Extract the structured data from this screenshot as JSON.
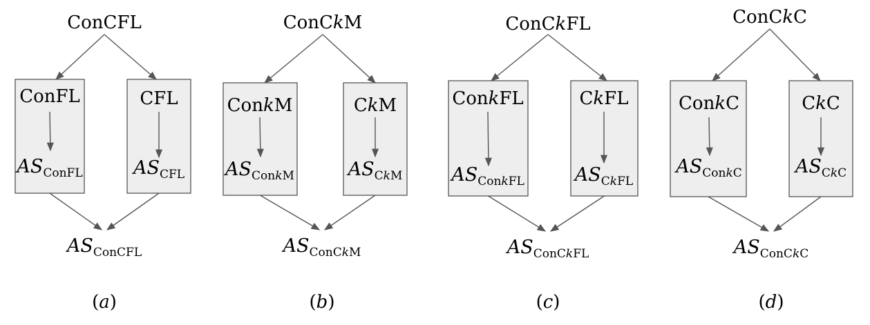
{
  "panels": [
    {
      "top": [
        "ConCFL"
      ],
      "left": {
        "label": [
          "ConFL"
        ],
        "as_sub": [
          "ConFL"
        ]
      },
      "right": {
        "label": [
          "CFL"
        ],
        "as_sub": [
          "CFL"
        ]
      },
      "bottom_sub": [
        "ConCFL"
      ],
      "caption": "a"
    },
    {
      "top": [
        "ConC",
        "k",
        "M"
      ],
      "left": {
        "label": [
          "Con",
          "k",
          "M"
        ],
        "as_sub": [
          "Con",
          "k",
          "M"
        ]
      },
      "right": {
        "label": [
          "C",
          "k",
          "M"
        ],
        "as_sub": [
          "C",
          "k",
          "M"
        ]
      },
      "bottom_sub": [
        "ConC",
        "k",
        "M"
      ],
      "caption": "b"
    },
    {
      "top": [
        "ConC",
        "k",
        "FL"
      ],
      "left": {
        "label": [
          "Con",
          "k",
          "FL"
        ],
        "as_sub": [
          "Con",
          "k",
          "FL"
        ]
      },
      "right": {
        "label": [
          "C",
          "k",
          "FL"
        ],
        "as_sub": [
          "C",
          "k",
          "FL"
        ]
      },
      "bottom_sub": [
        "ConC",
        "k",
        "FL"
      ],
      "caption": "c"
    },
    {
      "top": [
        "ConC",
        "k",
        "C"
      ],
      "left": {
        "label": [
          "Con",
          "k",
          "C"
        ],
        "as_sub": [
          "Con",
          "k",
          "C"
        ]
      },
      "right": {
        "label": [
          "C",
          "k",
          "C"
        ],
        "as_sub": [
          "C",
          "k",
          "C"
        ]
      },
      "bottom_sub": [
        "ConC",
        "k",
        "C"
      ],
      "caption": "d"
    }
  ],
  "as_prefix": "AS",
  "colors": {
    "box_fill": "#eeeeee",
    "box_stroke": "#555555",
    "arrow": "#555555",
    "text": "#000000"
  }
}
